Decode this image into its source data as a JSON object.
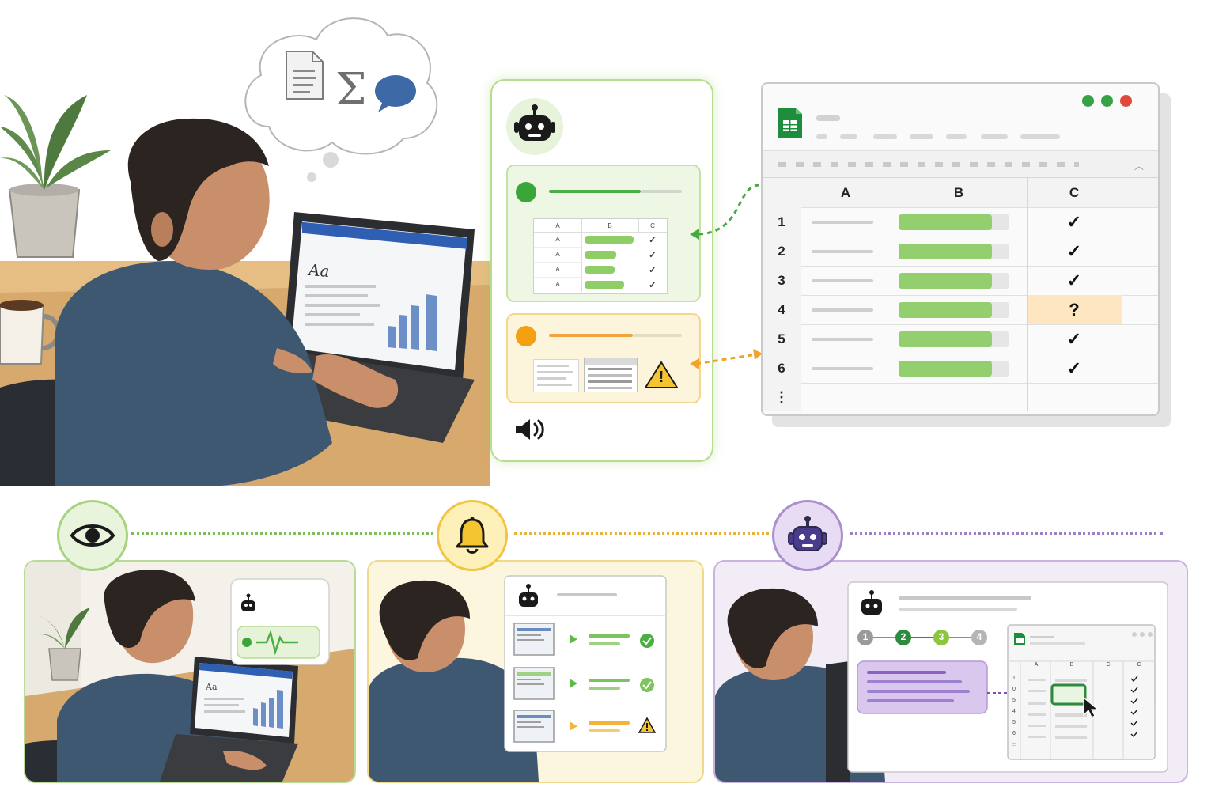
{
  "spreadsheet": {
    "columns": [
      "A",
      "B",
      "C"
    ],
    "rows": [
      {
        "num": "1",
        "status": "✓"
      },
      {
        "num": "2",
        "status": "✓"
      },
      {
        "num": "3",
        "status": "✓"
      },
      {
        "num": "4",
        "status": "?"
      },
      {
        "num": "5",
        "status": "✓"
      },
      {
        "num": "6",
        "status": "✓"
      }
    ],
    "more_rows": "⋮"
  },
  "assistant": {
    "mini_table": {
      "headers": [
        "A",
        "B",
        "C"
      ],
      "rows": [
        {
          "a": "A",
          "c": "✓"
        },
        {
          "a": "A",
          "c": "✓"
        },
        {
          "a": "A",
          "c": "✓"
        },
        {
          "a": "A",
          "c": "✓"
        }
      ]
    },
    "warning_glyph": "!"
  },
  "laptop_doc": {
    "heading": "Aa"
  },
  "monitor_doc": {
    "heading": "Aa"
  },
  "workflow": {
    "steps": [
      "1",
      "2",
      "3",
      "4"
    ]
  },
  "mini_sheet": {
    "headers": [
      "A",
      "B",
      "C",
      "C"
    ],
    "row_nums": [
      "1",
      "0",
      "5",
      "4",
      "5",
      "6",
      "::"
    ]
  },
  "colors": {
    "green": "#5fb84a",
    "orange": "#f4a623",
    "purple": "#8a63c2",
    "sheet_green": "#1e8e3e",
    "highlight": "#fde6c0"
  },
  "icons": [
    "document-icon",
    "sigma-icon",
    "speech-bubble-icon",
    "robot-icon",
    "speaker-icon",
    "eye-icon",
    "bell-icon",
    "warning-icon",
    "check-circle-icon",
    "cursor-icon",
    "sheets-logo-icon"
  ]
}
